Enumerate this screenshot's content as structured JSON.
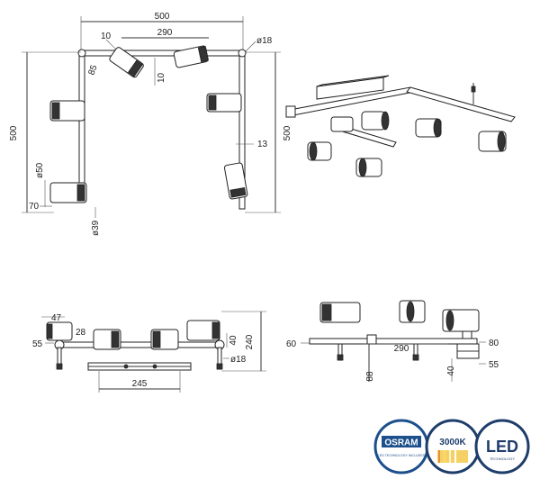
{
  "top_view": {
    "width": "500",
    "inner_width": "290",
    "angle_gap": "10",
    "bar_diameter": "ø18",
    "spot_offset": "85",
    "bar_gap": "10",
    "height_left": "500",
    "height_right": "500",
    "spot_diameter": "ø50",
    "spot_length": "70",
    "spot_base": "ø39",
    "clearance": "13"
  },
  "front_view": {
    "cap": "47",
    "reach": "55",
    "spot_drop": "28",
    "bar_diameter": "ø18",
    "spot_height": "40",
    "total_height": "240",
    "plate_width": "245"
  },
  "side_view": {
    "offset": "60",
    "span": "290",
    "spot_length": "80",
    "drop": "88",
    "spot_depth": "40",
    "spot_width": "55"
  },
  "badges": {
    "osram_name": "OSRAM",
    "osram_sub": "LED TECHNOLOGY INCLUDED",
    "color_temp": "3000K",
    "led_name": "LED",
    "led_sub": "TECHNOLOGY"
  },
  "colors": {
    "osram": "#1c4f8c",
    "warm_white": "#f1c232",
    "led": "#1e3d6b"
  }
}
